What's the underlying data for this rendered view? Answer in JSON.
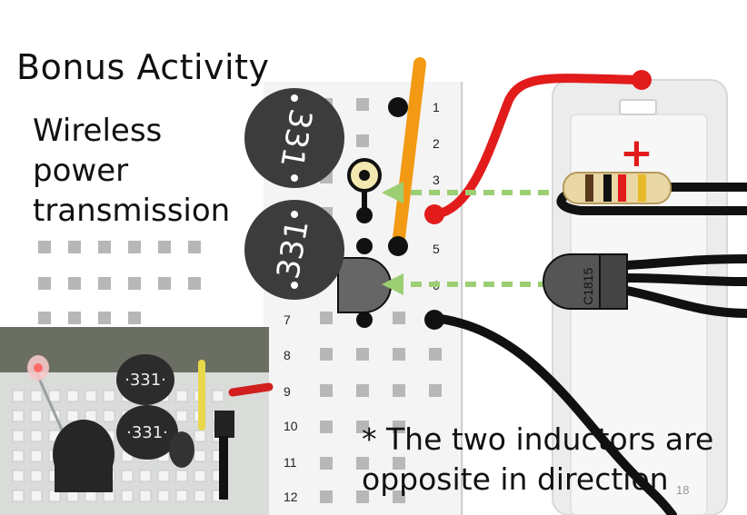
{
  "slide": {
    "title": "Bonus Activity",
    "subtitle_lines": [
      "Wireless",
      "power",
      "transmission"
    ],
    "footnote_lines": [
      "* The two inductors are",
      "opposite in direction"
    ],
    "page_number": "18"
  },
  "breadboard": {
    "row_labels": [
      "1",
      "2",
      "3",
      "5",
      "6",
      "7",
      "8",
      "9",
      "10",
      "11",
      "12"
    ]
  },
  "components": {
    "inductor_top_label": "331",
    "inductor_bottom_label": "331",
    "transistor_label": "C1815",
    "polarity_mark": "+"
  },
  "colors": {
    "wire_red": "#e21b1b",
    "wire_orange": "#f29a13",
    "wire_black": "#111111",
    "arrow_green": "#9ccf74",
    "battery_case": "#eeeeee",
    "breadboard_hole": "#b7b7b7",
    "inductor_body": "#3c3c3c"
  },
  "photo": {
    "icon": "breadboard-photo"
  }
}
